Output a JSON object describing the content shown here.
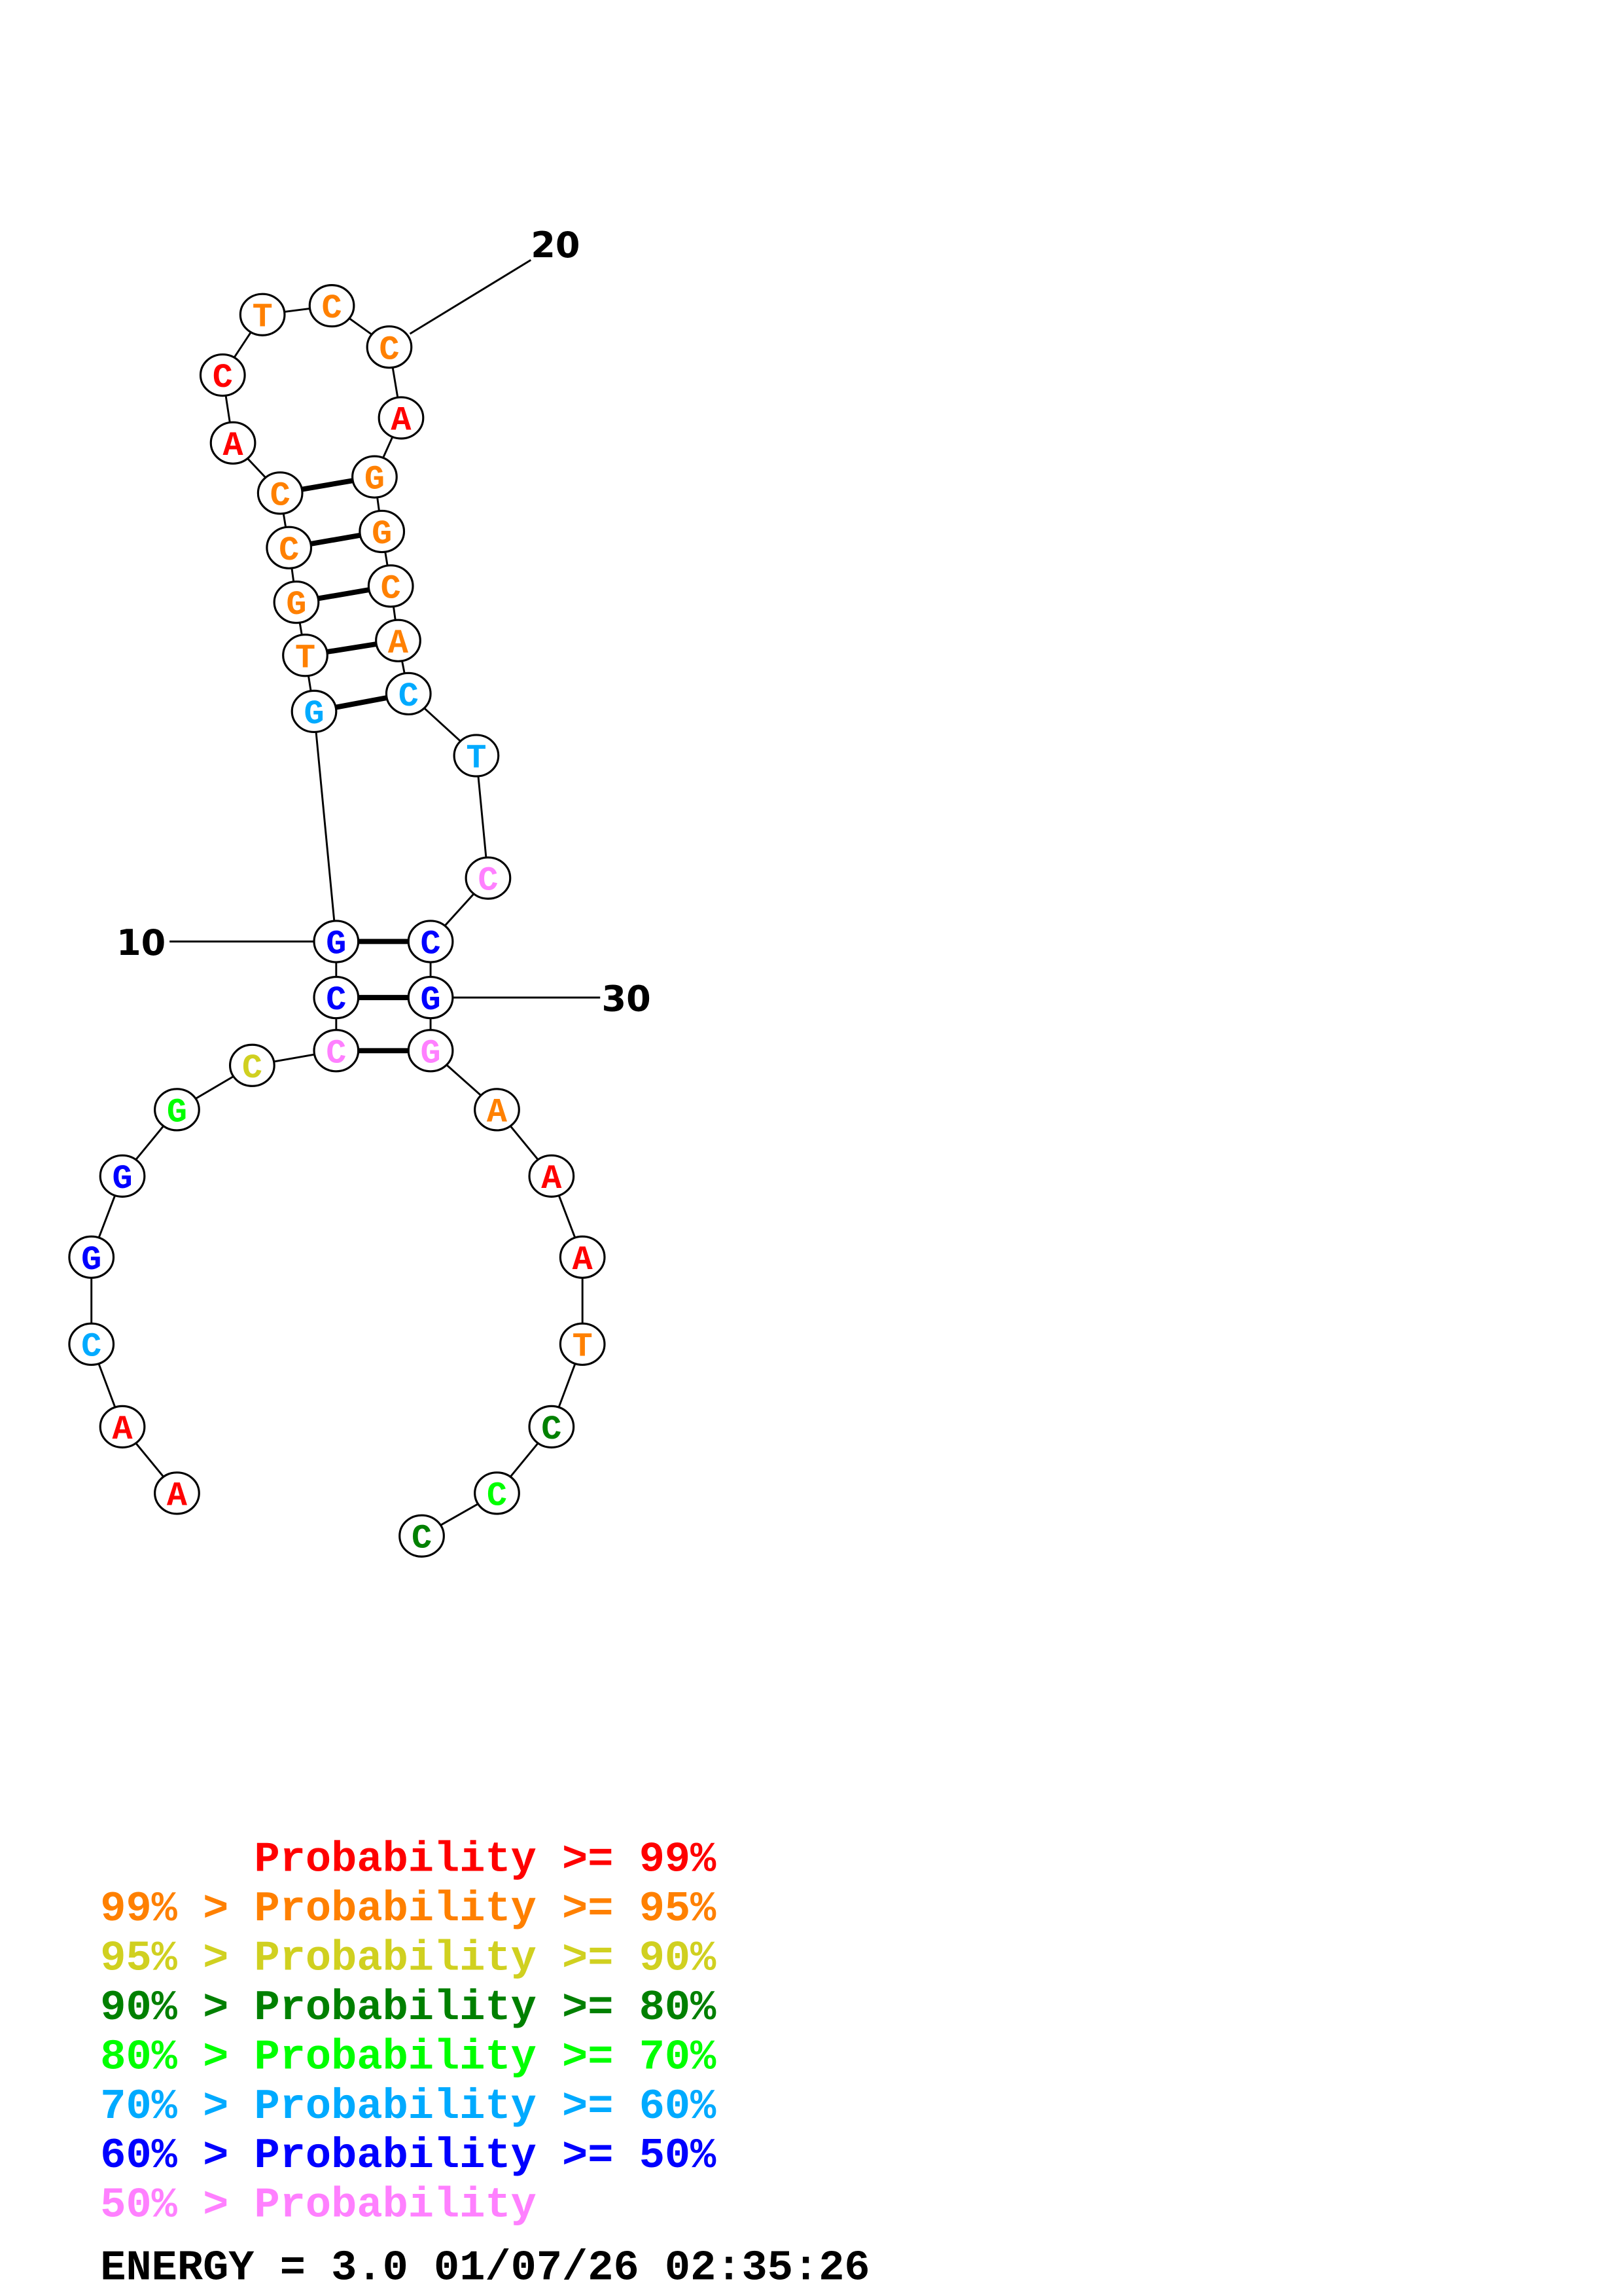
{
  "colors": {
    "p99": "#ff0000",
    "p95": "#ff8000",
    "p90": "#d0d020",
    "p80": "#008000",
    "p70": "#00ff00",
    "p60": "#00aaff",
    "p50": "#0000ff",
    "plow": "#ff80ff"
  },
  "nucleotides": [
    {
      "n": 1,
      "base": "A",
      "cls": "p99"
    },
    {
      "n": 2,
      "base": "A",
      "cls": "p99"
    },
    {
      "n": 3,
      "base": "C",
      "cls": "p60"
    },
    {
      "n": 4,
      "base": "G",
      "cls": "p50"
    },
    {
      "n": 5,
      "base": "G",
      "cls": "p50"
    },
    {
      "n": 6,
      "base": "G",
      "cls": "p70"
    },
    {
      "n": 7,
      "base": "C",
      "cls": "p90"
    },
    {
      "n": 8,
      "base": "C",
      "cls": "plow"
    },
    {
      "n": 9,
      "base": "C",
      "cls": "p50"
    },
    {
      "n": 10,
      "base": "G",
      "cls": "p50"
    },
    {
      "n": 11,
      "base": "G",
      "cls": "p60"
    },
    {
      "n": 12,
      "base": "T",
      "cls": "p95"
    },
    {
      "n": 13,
      "base": "G",
      "cls": "p95"
    },
    {
      "n": 14,
      "base": "C",
      "cls": "p95"
    },
    {
      "n": 15,
      "base": "C",
      "cls": "p95"
    },
    {
      "n": 16,
      "base": "A",
      "cls": "p99"
    },
    {
      "n": 17,
      "base": "C",
      "cls": "p99"
    },
    {
      "n": 18,
      "base": "T",
      "cls": "p95"
    },
    {
      "n": 19,
      "base": "C",
      "cls": "p95"
    },
    {
      "n": 20,
      "base": "C",
      "cls": "p95"
    },
    {
      "n": 21,
      "base": "A",
      "cls": "p99"
    },
    {
      "n": 22,
      "base": "G",
      "cls": "p95"
    },
    {
      "n": 23,
      "base": "G",
      "cls": "p95"
    },
    {
      "n": 24,
      "base": "C",
      "cls": "p95"
    },
    {
      "n": 25,
      "base": "A",
      "cls": "p95"
    },
    {
      "n": 26,
      "base": "C",
      "cls": "p60"
    },
    {
      "n": 27,
      "base": "T",
      "cls": "p60"
    },
    {
      "n": 28,
      "base": "C",
      "cls": "plow"
    },
    {
      "n": 29,
      "base": "C",
      "cls": "p50"
    },
    {
      "n": 30,
      "base": "G",
      "cls": "p50"
    },
    {
      "n": 31,
      "base": "G",
      "cls": "plow"
    },
    {
      "n": 32,
      "base": "A",
      "cls": "p95"
    },
    {
      "n": 33,
      "base": "A",
      "cls": "p99"
    },
    {
      "n": 34,
      "base": "A",
      "cls": "p99"
    },
    {
      "n": 35,
      "base": "T",
      "cls": "p95"
    },
    {
      "n": 36,
      "base": "C",
      "cls": "p80"
    },
    {
      "n": 37,
      "base": "C",
      "cls": "p70"
    },
    {
      "n": 38,
      "base": "C",
      "cls": "p80"
    }
  ],
  "pairs": [
    [
      10,
      29
    ],
    [
      9,
      30
    ],
    [
      8,
      31
    ],
    [
      11,
      26
    ],
    [
      12,
      25
    ],
    [
      13,
      24
    ],
    [
      14,
      23
    ],
    [
      15,
      22
    ]
  ],
  "index_labels": {
    "i10": "10",
    "i20": "20",
    "i30": "30"
  },
  "legend": [
    {
      "cls": "p99",
      "text": "      Probability >= 99%"
    },
    {
      "cls": "p95",
      "text": "99% > Probability >= 95%"
    },
    {
      "cls": "p90",
      "text": "95% > Probability >= 90%"
    },
    {
      "cls": "p80",
      "text": "90% > Probability >= 80%"
    },
    {
      "cls": "p70",
      "text": "80% > Probability >= 70%"
    },
    {
      "cls": "p60",
      "text": "70% > Probability >= 60%"
    },
    {
      "cls": "p50",
      "text": "60% > Probability >= 50%"
    },
    {
      "cls": "plow",
      "text": "50% > Probability"
    }
  ],
  "footer": "ENERGY = 3.0  01/07/26 02:35:26"
}
